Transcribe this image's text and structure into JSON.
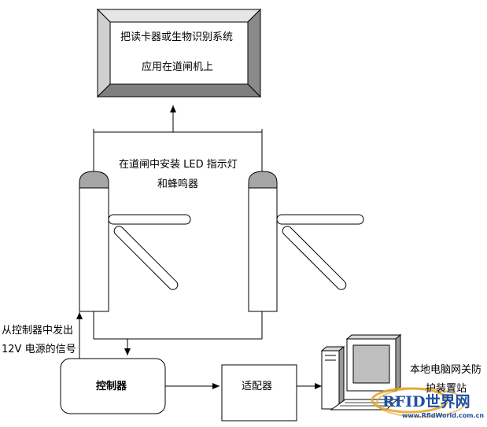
{
  "top_box": {
    "line1": "把读卡器或生物识别系统",
    "line2": "应用在道闸机上"
  },
  "led_note": {
    "line1": "在道闸中安装 LED 指示灯",
    "line2": "和蜂鸣器"
  },
  "signal_note": {
    "line1": "从控制器中发出",
    "line2": "12V 电源的信号"
  },
  "controller": {
    "label": "控制器"
  },
  "adapter": {
    "label": "适配器"
  },
  "pc_station": {
    "line1": "本地电脑网关防",
    "line2": "护装置站"
  },
  "watermark": {
    "logo_text": "RFID世界网",
    "url": "www.RfidWorld.com.cn"
  },
  "colors": {
    "lamp_cap": "#a6a6a6",
    "line": "#000000",
    "box_bevel_light": "#e6e6e6",
    "box_bevel_dark": "#7f7f7f",
    "screen": "#bfbfbf",
    "watermark_blue": "#1f4fa0",
    "watermark_gold": "#e3a424"
  }
}
